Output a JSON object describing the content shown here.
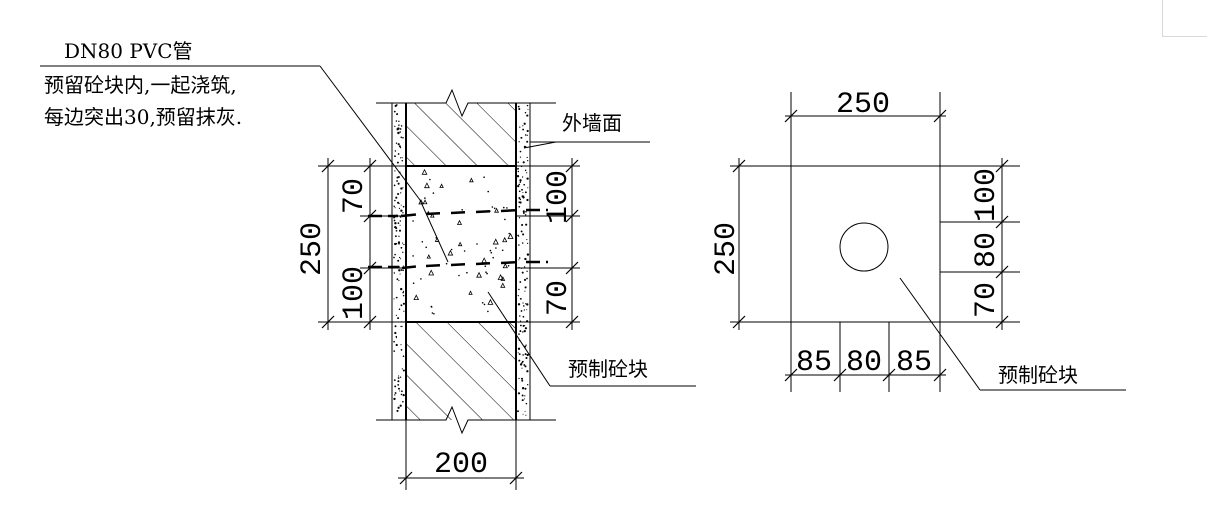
{
  "section": {
    "pipe_label": "DN80 PVC管",
    "note_line1": "预留砼块内,一起浇筑,",
    "note_line2": "每边突出30,预留抹灰.",
    "outer_wall_label": "外墙面",
    "precast_label": "预制砼块",
    "dim_total": "250",
    "dim_top_left": "70",
    "dim_bottom_left": "100",
    "dim_top_right": "100",
    "dim_bottom_right": "70",
    "dim_wall": "200"
  },
  "elevation": {
    "dim_width": "250",
    "dim_height": "250",
    "dim_r1": "100",
    "dim_r2": "80",
    "dim_r3": "70",
    "dim_b1": "85",
    "dim_b2": "80",
    "dim_b3": "85",
    "precast_label": "预制砼块"
  }
}
